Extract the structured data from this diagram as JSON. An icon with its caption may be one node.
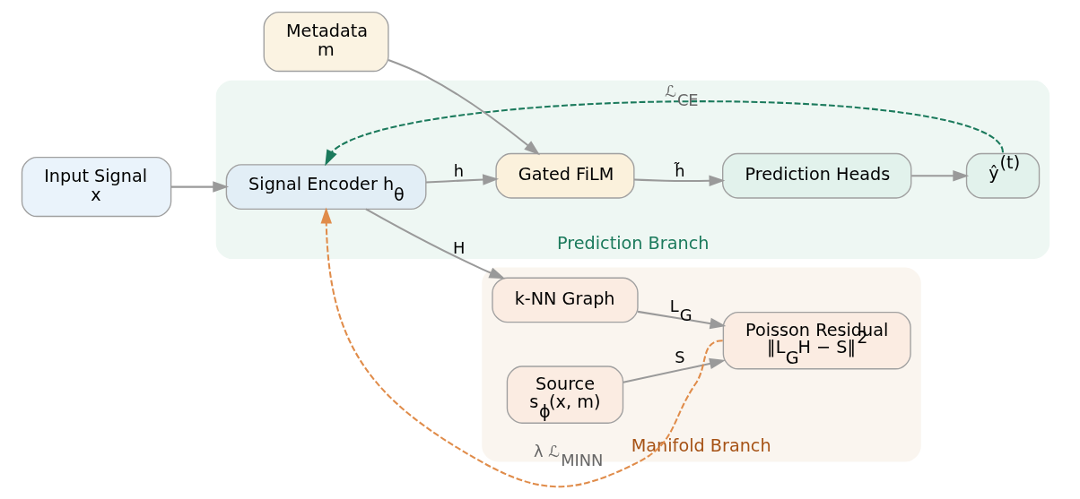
{
  "diagram": {
    "nodes": [
      {
        "text": [
          "Prediction Branch"
        ]
      },
      {
        "text": [
          "Manifold Branch"
        ]
      },
      {
        "text": [
          "Input Signal",
          "x"
        ]
      },
      {
        "text": [
          "Metadata",
          "m"
        ]
      },
      {
        "text": [
          "Signal Encoder h$_{θ}$"
        ],
        "in": 0
      },
      {
        "text": [
          "Gated FiLM"
        ],
        "in": 0
      },
      {
        "text": [
          "Prediction Heads"
        ],
        "in": 0
      },
      {
        "text": [
          "ŷ$^{(t)}$"
        ],
        "in": 0
      },
      {
        "text": [
          "k-NN Graph"
        ],
        "in": 1
      },
      {
        "text": [
          "Source",
          "s$_{ϕ}$(x, m)"
        ],
        "in": 1
      },
      {
        "text": [
          "Poisson Residual",
          "‖L$_{G}$H − S‖$^{2}$"
        ],
        "in": 1
      }
    ],
    "edges": [
      {
        "from": 2,
        "to": 4,
        "arrow": "to"
      },
      {
        "from": 3,
        "to": 5,
        "arrow": "to"
      },
      {
        "from": 4,
        "to": 5,
        "arrow": "to",
        "label": "h"
      },
      {
        "from": 5,
        "to": 6,
        "arrow": "to",
        "label": "h̃"
      },
      {
        "from": 6,
        "to": 7,
        "arrow": "to"
      },
      {
        "from": 7,
        "to": 4,
        "arrow": "to",
        "label": "ℒ$_{CE}$",
        "style": "dashed",
        "color": "#1b7a5c"
      },
      {
        "from": 4,
        "to": 8,
        "arrow": "to",
        "label": "H"
      },
      {
        "from": 8,
        "to": 10,
        "arrow": "to",
        "label": "L$_{G}$"
      },
      {
        "from": 9,
        "to": 10,
        "arrow": "to",
        "label": "S"
      },
      {
        "from": 10,
        "to": 4,
        "arrow": "to",
        "label": "λ ℒ$_{MINN}$",
        "style": "dashed",
        "color": "#e08c4a"
      }
    ]
  }
}
